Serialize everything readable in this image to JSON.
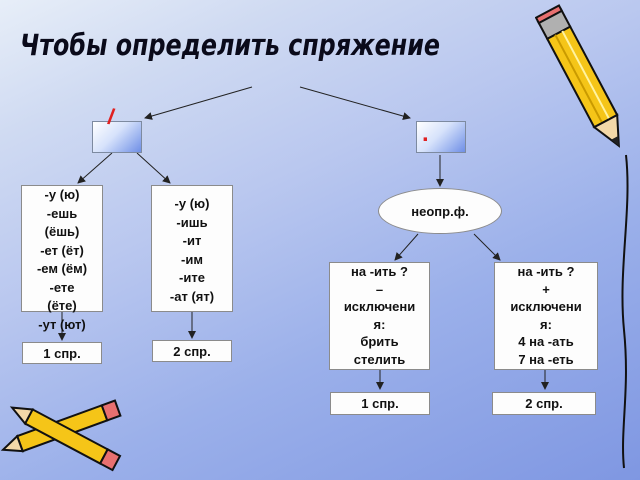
{
  "title": "Чтобы определить спряжение",
  "left_marker": "/",
  "right_marker": ".",
  "box1_lines": [
    "-у (ю)",
    "-ешь",
    "(ёшь)",
    "-ет (ёт)",
    "-ем (ём)",
    "-ете",
    "(ёте)",
    "-ут (ют)"
  ],
  "box2_lines": [
    "-у (ю)",
    "-ишь",
    "-ит",
    "-им",
    "-ите",
    "-ат (ят)"
  ],
  "infinitive_label": "неопр.ф.",
  "box3_lines": [
    "на -ить ?",
    "–",
    "исключени",
    "я:",
    "брить",
    "стелить"
  ],
  "box4_lines": [
    "на -ить ?",
    "+",
    "исключени",
    "я:",
    "4 на -ать",
    "7 на -еть"
  ],
  "results": [
    "1 спр.",
    "2 спр.",
    "1 спр.",
    "2 спр."
  ],
  "colors": {
    "marker": "#e02020",
    "pencil_body": "#f5c518",
    "pencil_tip": "#d93a2b"
  }
}
